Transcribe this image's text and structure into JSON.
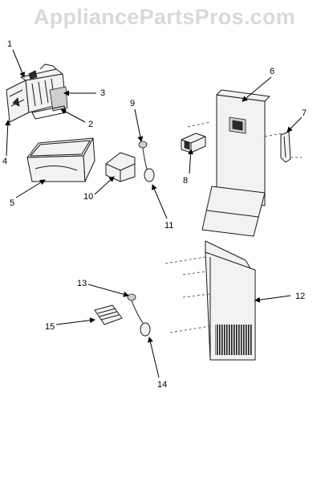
{
  "watermark": "AppliancePartsPros.com",
  "callouts": [
    "1",
    "2",
    "3",
    "4",
    "5",
    "6",
    "7",
    "8",
    "9",
    "10",
    "11",
    "12",
    "13",
    "14",
    "15"
  ],
  "colors": {
    "ink": "#1a1a1a",
    "watermark": "#d9d9d9",
    "background": "#ffffff"
  }
}
